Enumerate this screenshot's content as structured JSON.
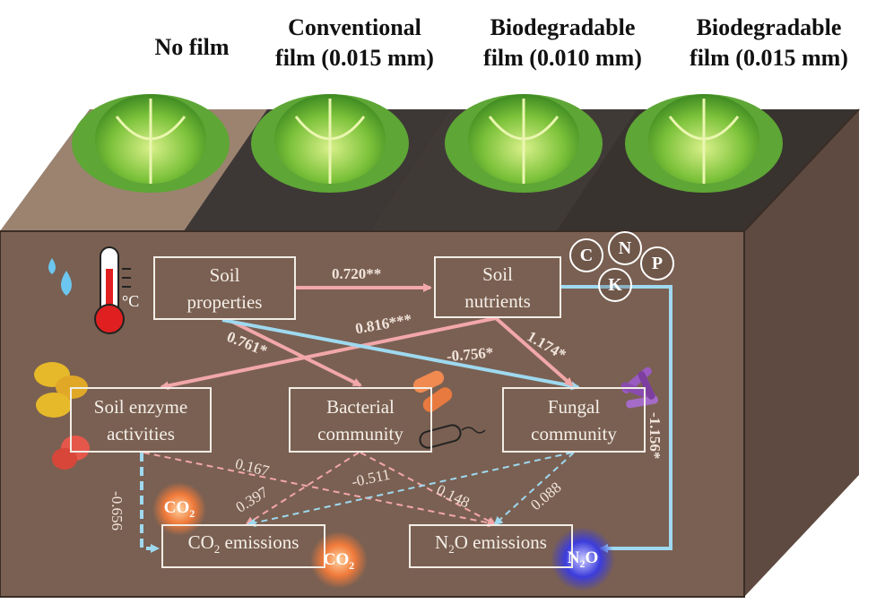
{
  "treatments": [
    {
      "line1": "No film",
      "line2": ""
    },
    {
      "line1": "Conventional",
      "line2": "film (0.015 mm)"
    },
    {
      "line1": "Biodegradable",
      "line2": "film (0.010 mm)"
    },
    {
      "line1": "Biodegradable",
      "line2": "film (0.015 mm)"
    }
  ],
  "nodes": {
    "soil_properties": {
      "line1": "Soil",
      "line2": "properties"
    },
    "soil_nutrients": {
      "line1": "Soil",
      "line2": "nutrients"
    },
    "soil_enzyme": {
      "line1": "Soil enzyme",
      "line2": "activities"
    },
    "bacterial": {
      "line1": "Bacterial",
      "line2": "community"
    },
    "fungal": {
      "line1": "Fungal",
      "line2": "community"
    },
    "co2_emissions": {
      "label": "CO",
      "sub": "2",
      "rest": " emissions"
    },
    "n2o_emissions": {
      "pre": "N",
      "sub": "2",
      "rest": "O emissions"
    }
  },
  "coefficients": {
    "props_to_nutrients": "0.720**",
    "props_to_bacterial": "0.761*",
    "nutrients_to_enzyme": "0.816***",
    "props_to_fungal": "-0.756*",
    "nutrients_to_fungal": "1.174*",
    "nutrients_to_n2o": "-1.156*",
    "enzyme_to_co2": "-0.656",
    "enzyme_to_n2o": "0.167",
    "bacterial_to_co2": "0.397",
    "bacterial_to_n2o": "0.148",
    "fungal_to_co2": "-0.511",
    "fungal_to_n2o": "0.088"
  },
  "nutrient_letters": [
    "C",
    "N",
    "P",
    "K"
  ],
  "temperature_unit": "°C",
  "bubbles": {
    "co2": {
      "main": "CO",
      "sub": "2"
    },
    "n2o": {
      "main": "N",
      "sub": "2",
      "rest": "O"
    }
  },
  "colors": {
    "soil": "#7a6052",
    "soil_top": "#b59a82",
    "soil_side": "#5e4a40",
    "positive": "#f2a7a8",
    "negative": "#9ed9f0",
    "co2_bubble": "#f07a3a",
    "n2o_bubble": "#4a4ae0"
  }
}
